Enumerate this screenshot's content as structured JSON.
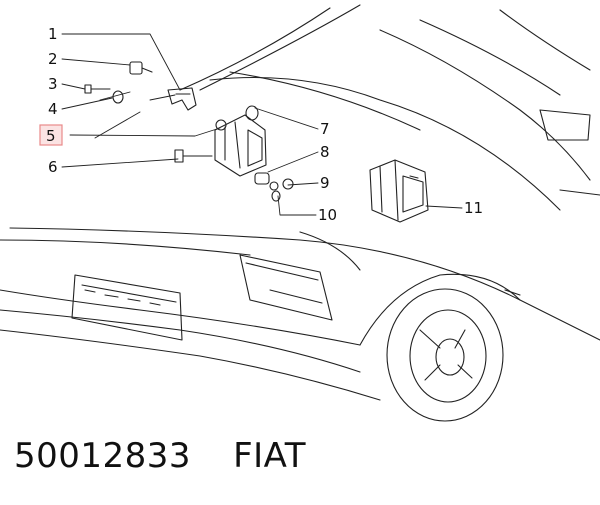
{
  "diagram": {
    "callouts": [
      "1",
      "2",
      "3",
      "4",
      "5",
      "6",
      "7",
      "8",
      "9",
      "10",
      "11"
    ],
    "highlighted_callout": "5",
    "highlight_color": "#e88a8a",
    "highlight_fill": "#fbe3e3"
  },
  "footer": {
    "part_number": "50012833",
    "brand": "FIAT"
  }
}
